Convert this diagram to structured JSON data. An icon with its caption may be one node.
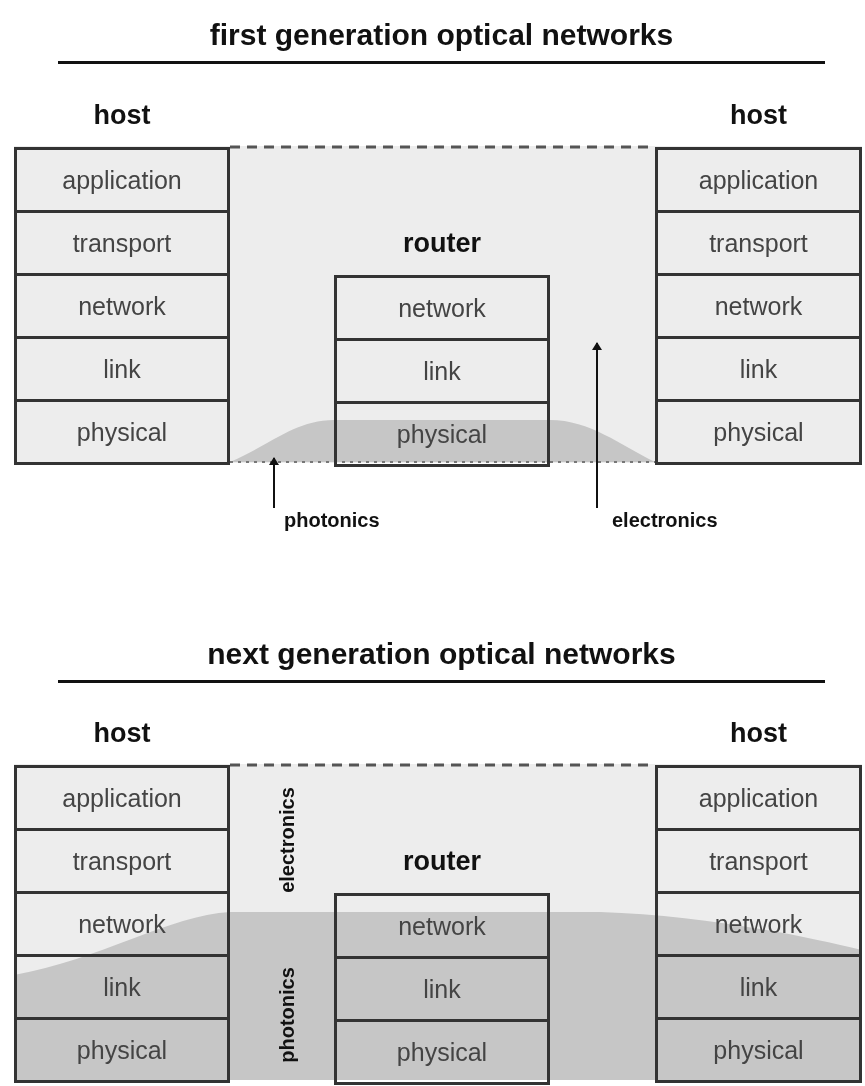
{
  "diagram": {
    "title": "first generation optical networks",
    "nodes": [
      {
        "text": [
          "host"
        ]
      },
      {
        "text": [
          "application"
        ],
        "in": 0
      },
      {
        "text": [
          "transport"
        ],
        "in": 0
      },
      {
        "text": [
          "network"
        ],
        "in": 0
      },
      {
        "text": [
          "link"
        ],
        "in": 0
      },
      {
        "text": [
          "physical"
        ],
        "in": 0
      },
      {
        "text": [
          "router"
        ]
      },
      {
        "text": [
          "network"
        ],
        "in": 6
      },
      {
        "text": [
          "link"
        ],
        "in": 6
      },
      {
        "text": [
          "physical"
        ],
        "in": 6
      },
      {
        "text": [
          "host"
        ]
      },
      {
        "text": [
          "application"
        ],
        "in": 10
      },
      {
        "text": [
          "transport"
        ],
        "in": 10
      },
      {
        "text": [
          "network"
        ],
        "in": 10
      },
      {
        "text": [
          "link"
        ],
        "in": 10
      },
      {
        "text": [
          "physical"
        ],
        "in": 10
      },
      {
        "text": [
          "photonics"
        ]
      },
      {
        "text": [
          "electronics"
        ]
      },
      {
        "text": [
          "host"
        ]
      },
      {
        "text": [
          "application"
        ],
        "in": 18
      },
      {
        "text": [
          "transport"
        ],
        "in": 18
      },
      {
        "text": [
          "network"
        ],
        "in": 18
      },
      {
        "text": [
          "link"
        ],
        "in": 18
      },
      {
        "text": [
          "physical"
        ],
        "in": 18
      },
      {
        "text": [
          "router"
        ]
      },
      {
        "text": [
          "network"
        ],
        "in": 24
      },
      {
        "text": [
          "link"
        ],
        "in": 24
      },
      {
        "text": [
          "physical"
        ],
        "in": 24
      },
      {
        "text": [
          "host"
        ]
      },
      {
        "text": [
          "application"
        ],
        "in": 28
      },
      {
        "text": [
          "transport"
        ],
        "in": 28
      },
      {
        "text": [
          "network"
        ],
        "in": 28
      },
      {
        "text": [
          "link"
        ],
        "in": 28
      },
      {
        "text": [
          "physical"
        ],
        "in": 28
      }
    ],
    "edges": [
      {
        "from": 16,
        "to": null,
        "arrow": "to"
      },
      {
        "from": 17,
        "to": null,
        "arrow": "to"
      }
    ],
    "labels": [
      "next generation optical networks",
      "electronics",
      "photonics"
    ]
  }
}
